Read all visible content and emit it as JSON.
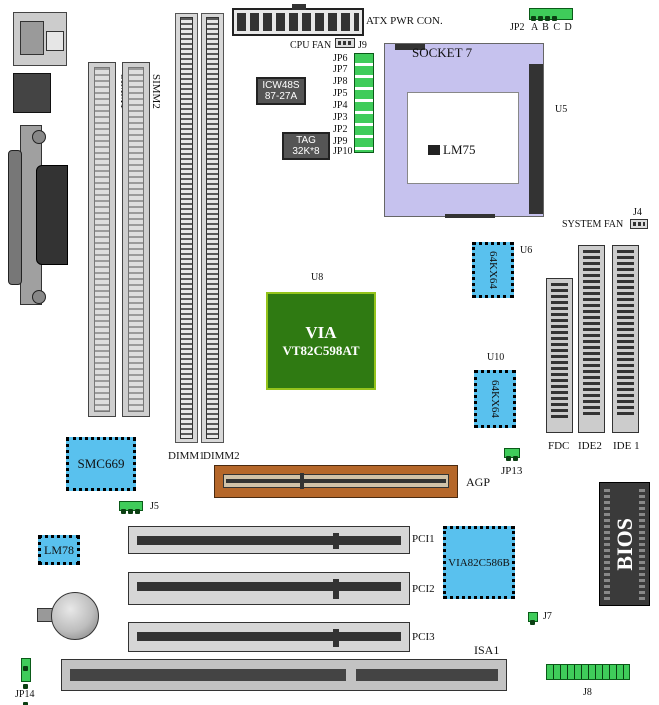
{
  "connectors": {
    "atx_power": "ATX PWR CON.",
    "cpu_fan": "CPU FAN",
    "cpu_fan_id": "J9",
    "system_fan": "SYSTEM FAN",
    "system_fan_id": "J4",
    "agp": "AGP",
    "j5": "J5",
    "j7": "J7",
    "j8": "J8",
    "isa1": "ISA1",
    "fdc": "FDC",
    "ide2": "IDE2",
    "ide1": "IDE 1"
  },
  "jumpers": {
    "jp2": "JP2",
    "jp2_abcd": "A B C D",
    "stack": [
      "JP6",
      "JP7",
      "JP8",
      "JP5",
      "JP4",
      "JP3",
      "JP2",
      "JP9",
      "JP10"
    ],
    "jp13": "JP13",
    "jp14": "JP14"
  },
  "memory": {
    "simm1": "SIMM1",
    "simm2": "SIMM2",
    "dimm1": "DIMM1",
    "dimm2": "DIMM2"
  },
  "cpu": {
    "socket": "SOCKET  7",
    "lm75": "LM75",
    "u5": "U5"
  },
  "chips": {
    "icw_line1": "ICW48S",
    "icw_line2": "87-27A",
    "tag_line1": "TAG",
    "tag_line2": "32K*8",
    "u8": "U8",
    "via_north_1": "VIA",
    "via_north_2": "VT82C598AT",
    "u6": "U6",
    "u6_chip": "64KX64",
    "u10": "U10",
    "u10_chip": "64KX64",
    "smc": "SMC669",
    "lm78": "LM78",
    "via_south": "VIA82C586B",
    "bios": "BIOS"
  },
  "slots": {
    "pci1": "PCI1",
    "pci2": "PCI2",
    "pci3": "PCI3"
  },
  "colors": {
    "jumper_green": "#3fcc5a",
    "chip_blue": "#59c1ee",
    "chipset_green": "#2f7a12",
    "agp_brown": "#b5672a",
    "socket_lavender": "#c6c2ee"
  }
}
